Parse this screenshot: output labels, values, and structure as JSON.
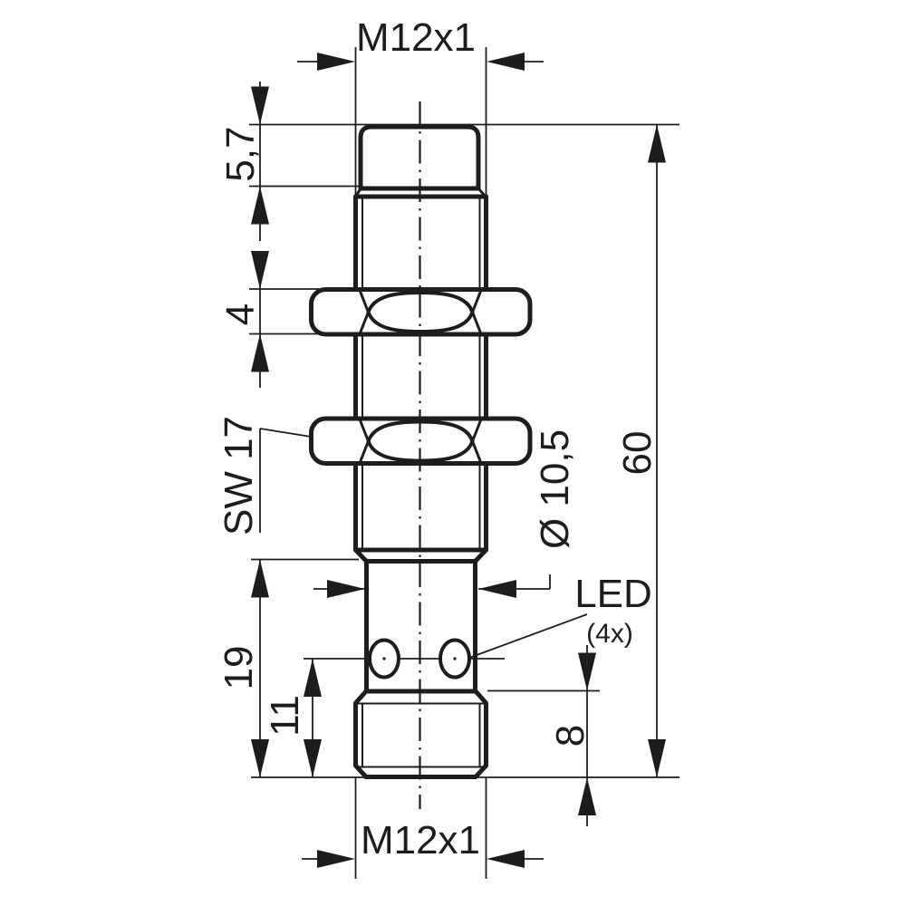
{
  "drawing": {
    "description": "Dimensional drawing of M12x1 cylindrical inductive sensor, side view",
    "colors": {
      "line": "#1d1d1b",
      "background": "#ffffff"
    },
    "labels": {
      "thread_top": "M12x1",
      "thread_bottom": "M12x1",
      "dim_cap_height": "5,7",
      "dim_nut_height": "4",
      "wrench_size": "SW 17",
      "dim_lower_length": "19",
      "dim_led_offset": "11",
      "dim_total_length": "60",
      "dim_body_diameter": "Ø 10,5",
      "dim_connector_height": "8",
      "led_label": "LED",
      "led_count": "(4x)"
    }
  }
}
